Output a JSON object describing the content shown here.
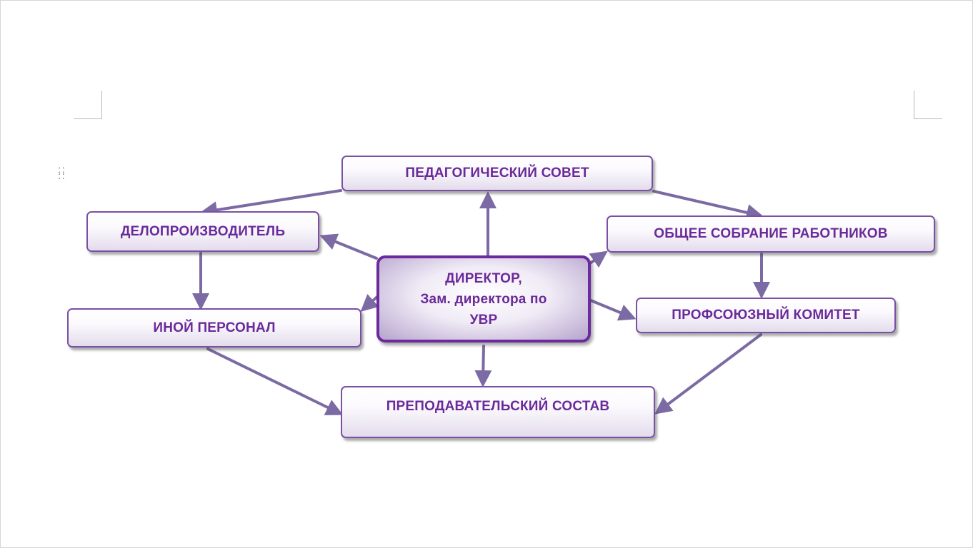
{
  "diagram": {
    "nodes": {
      "pedsovet": {
        "label": "ПЕДАГОГИЧЕСКИЙ СОВЕТ"
      },
      "deloproizvoditel": {
        "label": "ДЕЛОПРОИЗВОДИТЕЛЬ"
      },
      "obshchee_sobranie": {
        "label": "ОБЩЕЕ СОБРАНИЕ РАБОТНИКОВ"
      },
      "director": {
        "line1": "ДИРЕКТОР,",
        "line2": "Зам. директора по",
        "line3": "УВР"
      },
      "inoy_personal": {
        "label": "ИНОЙ ПЕРСОНАЛ"
      },
      "profkom": {
        "label": "ПРОФСОЮЗНЫЙ КОМИТЕТ"
      },
      "prepod_sostav": {
        "label": "ПРЕПОДАВАТЕЛЬСКИЙ СОСТАВ"
      }
    },
    "edges": [
      {
        "from": "director",
        "to": "pedsovet"
      },
      {
        "from": "director",
        "to": "deloproizvoditel"
      },
      {
        "from": "director",
        "to": "obshchee_sobranie"
      },
      {
        "from": "director",
        "to": "inoy_personal"
      },
      {
        "from": "director",
        "to": "profkom"
      },
      {
        "from": "director",
        "to": "prepod_sostav"
      },
      {
        "from": "pedsovet",
        "to": "deloproizvoditel"
      },
      {
        "from": "pedsovet",
        "to": "obshchee_sobranie"
      },
      {
        "from": "deloproizvoditel",
        "to": "inoy_personal"
      },
      {
        "from": "obshchee_sobranie",
        "to": "profkom"
      },
      {
        "from": "inoy_personal",
        "to": "prepod_sostav"
      },
      {
        "from": "profkom",
        "to": "prepod_sostav"
      }
    ],
    "colors": {
      "text": "#6a2a9a",
      "border": "#7a4fa6",
      "arrow": "#7b6aa3"
    }
  }
}
